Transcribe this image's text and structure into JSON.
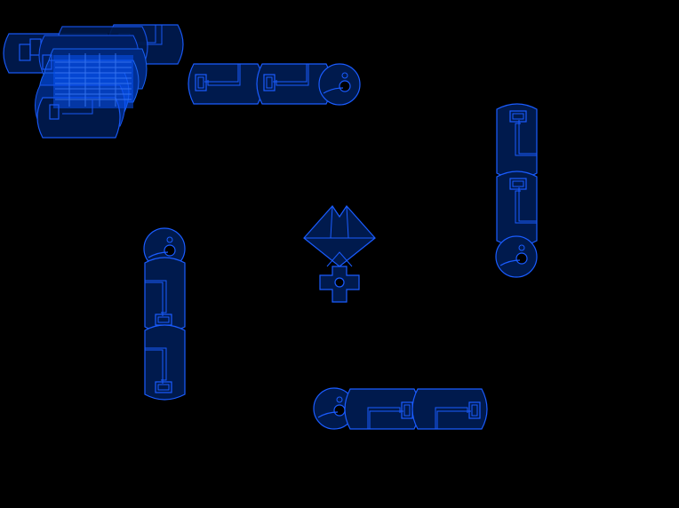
{
  "colors": {
    "background": "#000000",
    "piece_fill": "#001a4d",
    "piece_stroke": "#1a5cff",
    "highlight": "#1f6bff",
    "trail_fill": "#0a55ff"
  },
  "pieces": {
    "top": {
      "segments": 2,
      "has_end_node": true,
      "icon": "key-segment"
    },
    "right": {
      "segments": 2,
      "has_end_node": true,
      "icon": "key-segment"
    },
    "left": {
      "segments": 2,
      "has_end_node": true,
      "icon": "key-segment"
    },
    "bottom": {
      "segments": 2,
      "has_end_node": true,
      "icon": "key-segment"
    }
  },
  "center_emblem": {
    "icon": "crown-cross-emblem"
  },
  "ghost_stack": {
    "icon": "overlapping-pieces-trail"
  }
}
